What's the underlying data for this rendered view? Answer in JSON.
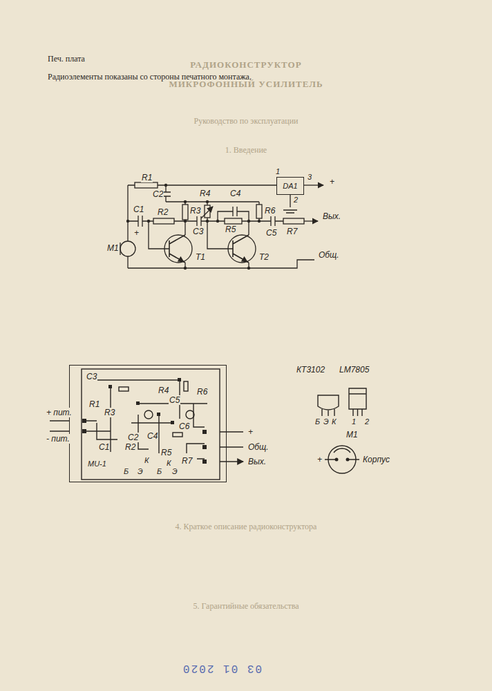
{
  "diagram": {
    "nodes": [
      {
        "text": [
          "DA1"
        ]
      },
      {
        "text": [
          "MU-1"
        ]
      }
    ],
    "labels": [
      "Печ. плата",
      "Радиоэлементы показаны со стороны печатного монтажа.",
      "РАДИОКОНСТРУКТОР",
      "МИКРОФОННЫЙ УСИЛИТЕЛЬ",
      "Руководство по эксплуатации",
      "1. Введение",
      "R1",
      "C2",
      "R3",
      "R4",
      "C4",
      "R6",
      "1",
      "3",
      "2",
      "+",
      "C1",
      "R2",
      "R5",
      "C3",
      "Вых.",
      "M1",
      "+",
      "T1",
      "T2",
      "C5",
      "R7",
      "Общ.",
      "КТ3102",
      "LM7805",
      "Б",
      "Э",
      "К",
      "1",
      "2",
      "M1",
      "+",
      "Корпус",
      "C3",
      "R1",
      "R3",
      "R4",
      "C5",
      "R6",
      "C6",
      "C2",
      "C4",
      "R2",
      "R5",
      "R7",
      "C1",
      "Б",
      "Э",
      "К",
      "Б",
      "Э",
      "К",
      "+ пит.",
      "- пит.",
      "+",
      "Общ.",
      "Вых.",
      "4. Краткое описание радиоконструктора",
      "5. Гарантийные обязательства",
      "03 01 2020"
    ]
  }
}
